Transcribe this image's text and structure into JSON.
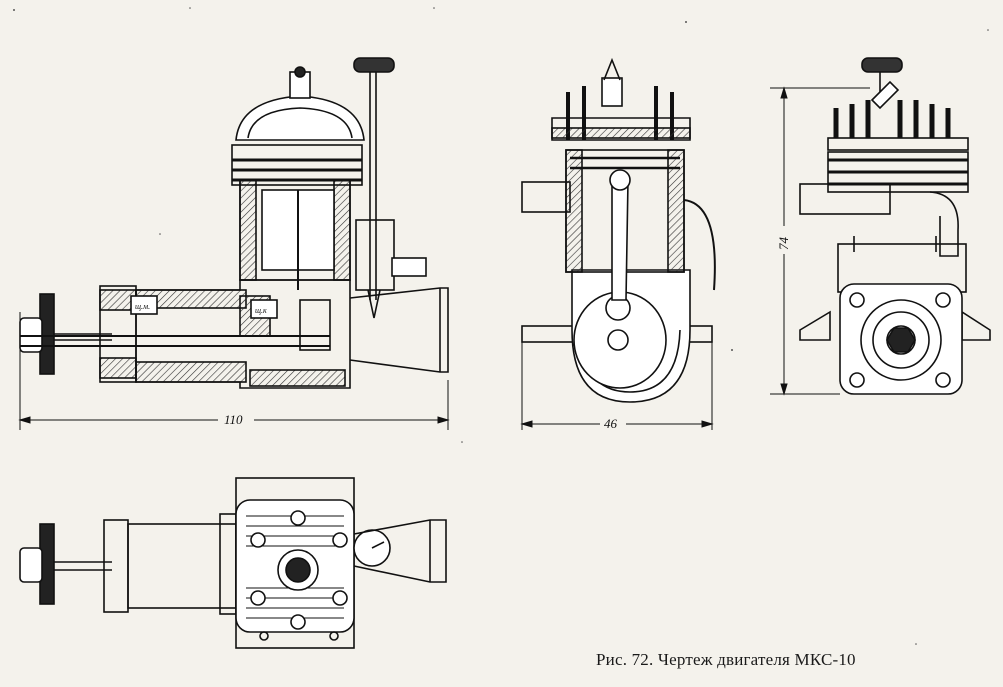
{
  "caption": "Рис. 72. Чертеж двигателя МКС-10",
  "dimensions": {
    "side_length": "110",
    "front_width": "46",
    "right_height": "74"
  },
  "part_labels": {
    "left_port": "щ.м.",
    "right_port": "щ.к"
  },
  "colors": {
    "ink": "#1a1a1a",
    "paper": "#f4f2ec",
    "hatch": "#444444"
  }
}
